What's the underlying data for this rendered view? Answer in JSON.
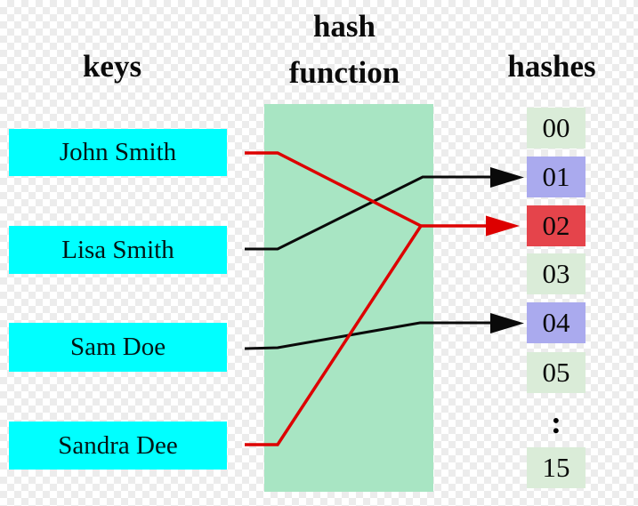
{
  "headers": {
    "keys": "keys",
    "hash_function_line1": "hash",
    "hash_function_line2": "function",
    "hashes": "hashes"
  },
  "keys": {
    "items": [
      {
        "label": "John Smith"
      },
      {
        "label": "Lisa Smith"
      },
      {
        "label": "Sam Doe"
      },
      {
        "label": "Sandra Dee"
      }
    ]
  },
  "hashes": {
    "slots": [
      {
        "value": "00",
        "state": "empty"
      },
      {
        "value": "01",
        "state": "occupied"
      },
      {
        "value": "02",
        "state": "collision"
      },
      {
        "value": "03",
        "state": "empty"
      },
      {
        "value": "04",
        "state": "occupied"
      },
      {
        "value": "05",
        "state": "empty"
      },
      {
        "value": "15",
        "state": "empty"
      }
    ],
    "ellipsis": ":"
  },
  "mappings": [
    {
      "key": "John Smith",
      "hash": "02",
      "wire_color": "red"
    },
    {
      "key": "Lisa Smith",
      "hash": "01",
      "wire_color": "black"
    },
    {
      "key": "Sam Doe",
      "hash": "04",
      "wire_color": "black"
    },
    {
      "key": "Sandra Dee",
      "hash": "02",
      "wire_color": "red"
    }
  ],
  "colors": {
    "key_box": "#00ffff",
    "hash_function_box": "#a8e5c3",
    "slot_empty": "#daecd8",
    "slot_occupied": "#aaaaee",
    "slot_collision": "#e5444b",
    "wire_black": "#0a0a0a",
    "wire_red": "#dd0000",
    "checker_light": "#ffffff",
    "checker_dark": "#ececec"
  }
}
